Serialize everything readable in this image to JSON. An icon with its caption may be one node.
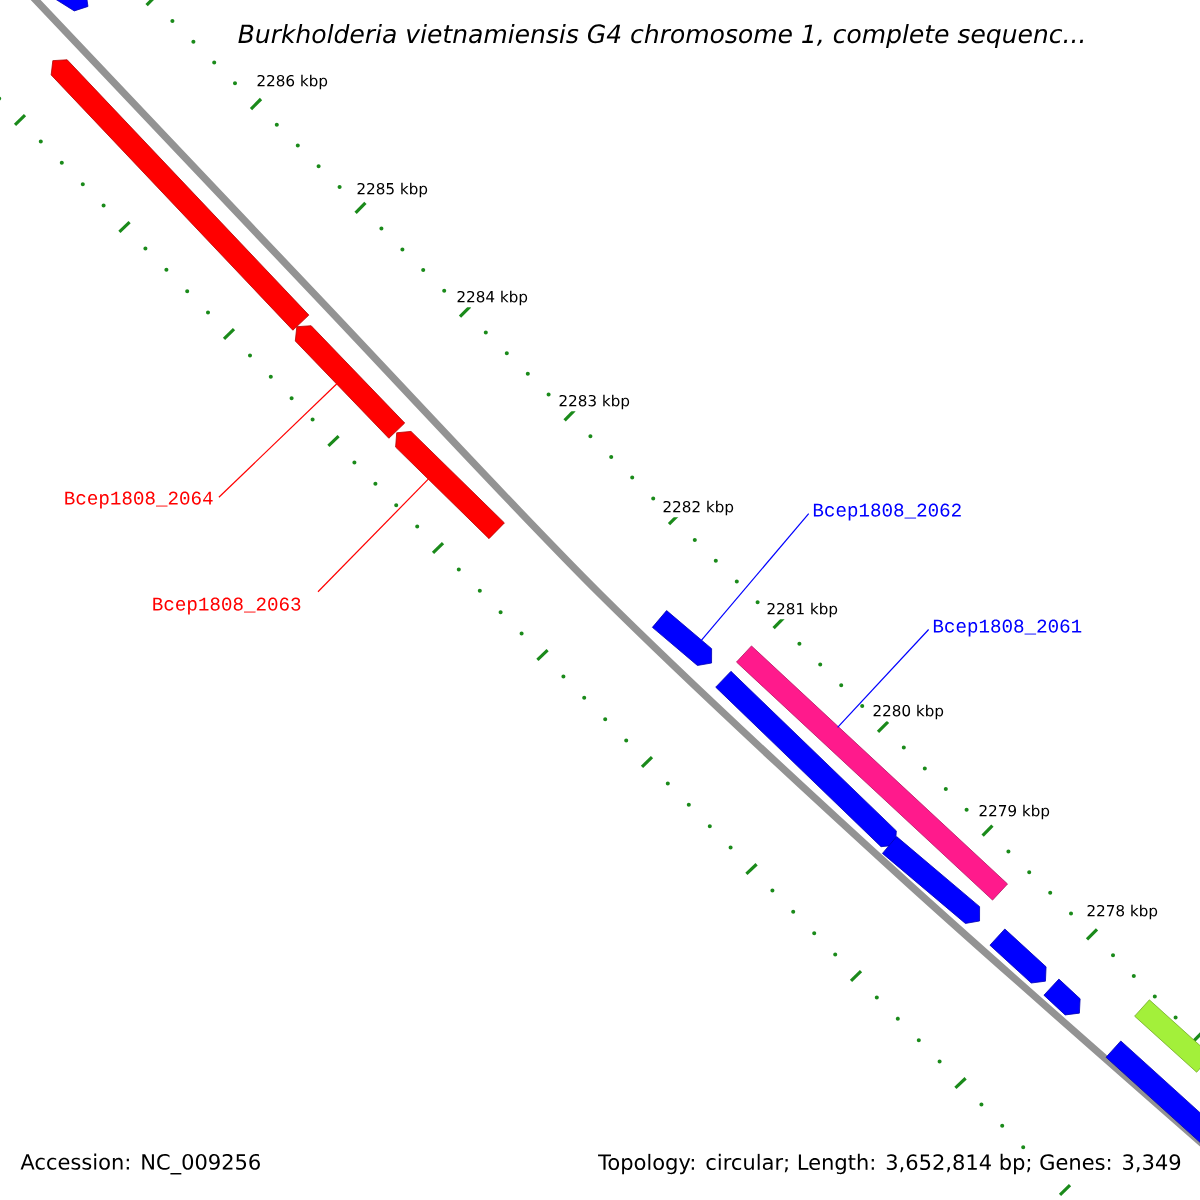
{
  "diagram": {
    "title": "Burkholderia vietnamiensis G4 chromosome 1, complete sequenc...",
    "nodes": [
      {
        "text": [],
        "shape": "arrow"
      },
      {
        "text": [],
        "shape": "arrow"
      },
      {
        "text": [],
        "shape": "arrow"
      },
      {
        "text": [],
        "shape": "arrow"
      },
      {
        "text": [
          "Bcep1808_2064"
        ]
      },
      {
        "text": [
          "Bcep1808_2063"
        ]
      },
      {
        "text": [
          "Bcep1808_2062"
        ]
      },
      {
        "text": [],
        "shape": "arrow"
      },
      {
        "text": [
          "Bcep1808_2061"
        ]
      },
      {
        "text": [],
        "shape": "bar"
      },
      {
        "text": [],
        "shape": "arrow"
      },
      {
        "text": [],
        "shape": "arrow"
      },
      {
        "text": [],
        "shape": "arrow"
      },
      {
        "text": [],
        "shape": "arrow"
      },
      {
        "text": [],
        "shape": "bar"
      },
      {
        "text": [],
        "shape": "arrow"
      }
    ],
    "edges": [
      {
        "from": 4,
        "to": 2,
        "arrow": "none",
        "color": "#ff0000"
      },
      {
        "from": 5,
        "to": 3,
        "arrow": "none",
        "color": "#ff0000"
      },
      {
        "from": 6,
        "to": 7,
        "arrow": "none",
        "color": "#0000ff"
      },
      {
        "from": 8,
        "to": 9,
        "arrow": "none",
        "color": "#0000ff"
      }
    ],
    "labels": [
      "2286 kbp",
      "2285 kbp",
      "2284 kbp",
      "2283 kbp",
      "2282 kbp",
      "2281 kbp",
      "2280 kbp",
      "2279 kbp",
      "2278 kbp",
      "Accession: NC_009256",
      "Topology: circular; Length: 3,652,814 bp; Genes: 3,349"
    ]
  }
}
